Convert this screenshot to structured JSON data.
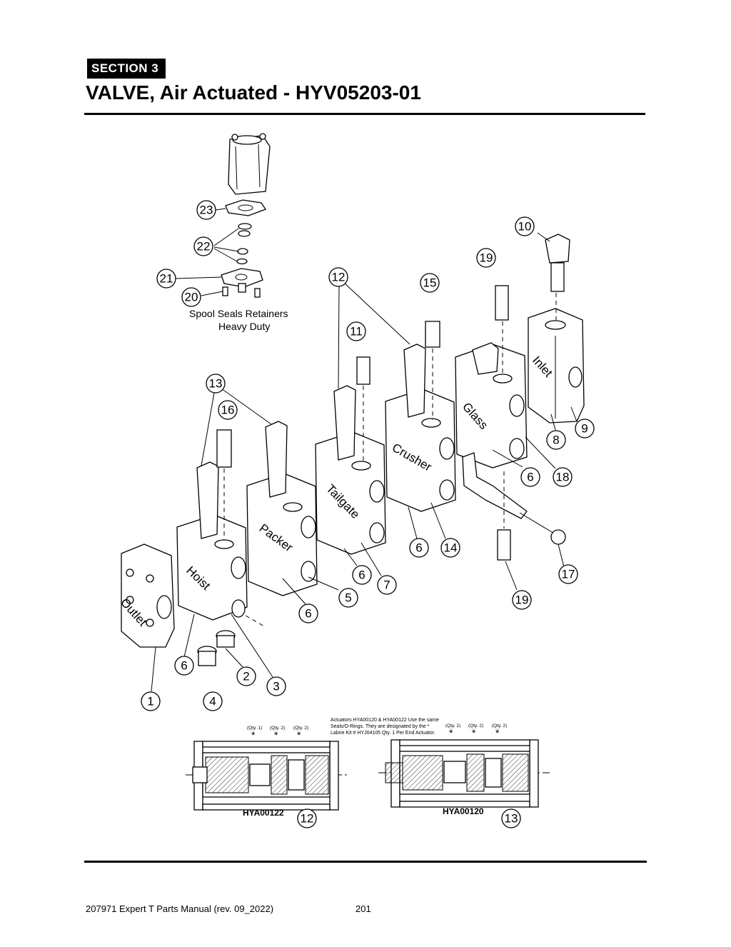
{
  "header": {
    "section": "SECTION  3",
    "title": "VALVE, Air Actuated - HYV05203-01"
  },
  "diagram": {
    "spool_note_line1": "Spool Seals Retainers",
    "spool_note_line2": "Heavy Duty",
    "section_labels": {
      "inlet": "Inlet",
      "glass": "Glass",
      "crusher": "Crusher",
      "tailgate": "Tailgate",
      "packer": "Packer",
      "hoist": "Hoist",
      "outlet": "Outlet"
    },
    "callouts": {
      "c1": "1",
      "c2": "2",
      "c3": "3",
      "c4": "4",
      "c5": "5",
      "c6a": "6",
      "c6b": "6",
      "c6c": "6",
      "c6d": "6",
      "c6e": "6",
      "c7": "7",
      "c8": "8",
      "c9": "9",
      "c10": "10",
      "c11": "11",
      "c12a": "12",
      "c12b": "12",
      "c13a": "13",
      "c13b": "13",
      "c14": "14",
      "c15": "15",
      "c16": "16",
      "c17": "17",
      "c18": "18",
      "c19a": "19",
      "c19b": "19",
      "c20": "20",
      "c21": "21",
      "c22": "22",
      "c23": "23"
    },
    "actuator_note": {
      "line1": "Actuators HYA00120 & HYA00122 Use the same",
      "line2": "Seals/O-Rings. They are designated by the *",
      "line3": "Labrie Kit #  HYJ04105 Qty. 1 Per End Actuator."
    },
    "qty_labels": {
      "left_q1": "(Qty. 1)",
      "left_q2a": "(Qty. 2)",
      "left_q2b": "(Qty. 2)",
      "right_q1": "(Qty. 1)",
      "right_q2a": "(Qty. 2)",
      "right_q2b": "(Qty. 2)"
    },
    "asterisk": "*",
    "actuator_left_model": "HYA00122",
    "actuator_right_model": "HYA00120"
  },
  "footer": {
    "manual": "207971 Expert T Parts Manual (rev. 09_2022)",
    "page": "201"
  }
}
